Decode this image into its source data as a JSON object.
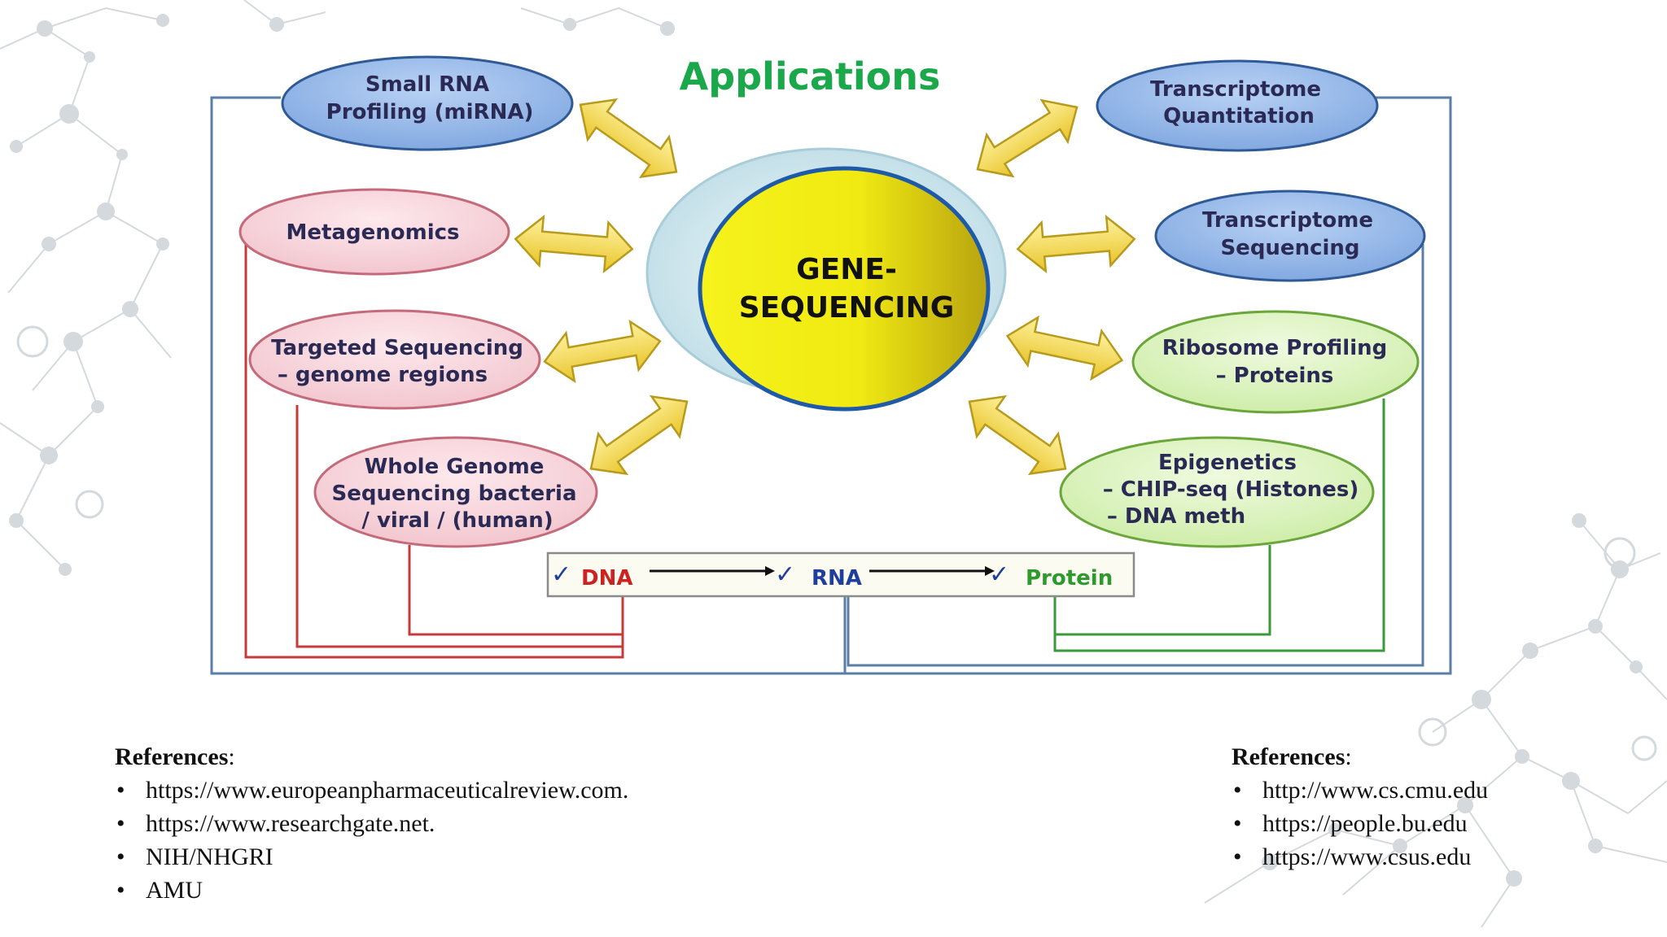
{
  "title": "Applications",
  "center": {
    "line1": "GENE-",
    "line2": "SEQUENCING"
  },
  "bubbles": {
    "small_rna": [
      "Small RNA",
      "Profiling (miRNA)"
    ],
    "metagenomics": [
      "Metagenomics"
    ],
    "targeted": [
      "Targeted Sequencing",
      "– genome regions"
    ],
    "whole_genome": [
      "Whole Genome",
      "Sequencing bacteria",
      "/ viral / (human)"
    ],
    "transcriptome_quant": [
      "Transcriptome",
      "Quantitation"
    ],
    "transcriptome_seq": [
      "Transcriptome",
      "Sequencing"
    ],
    "ribosome": [
      "Ribosome Profiling",
      "– Proteins"
    ],
    "epigenetics": [
      "Epigenetics",
      "– CHIP-seq (Histones)",
      "– DNA meth"
    ]
  },
  "flow": {
    "check": "✓",
    "dna": "DNA",
    "rna": "RNA",
    "protein": "Protein"
  },
  "colors": {
    "title_green": "#1aa84a",
    "blue_bubble": "#8fb4e8",
    "pink_bubble": "#f7d3da",
    "green_bubble": "#d9f2b9",
    "dna_red": "#cc2222",
    "rna_blue": "#1f3f9a",
    "protein_green": "#2e9a2e",
    "line_blue": "#5a7ea8",
    "line_red": "#c83a3a",
    "line_green": "#3a9a3a",
    "arrow_yellow": "#f3d94a",
    "center_yellow": "#f4ee1a"
  },
  "references_left": {
    "heading": "References",
    "items": [
      "https://www.europeanpharmaceuticalreview.com.",
      "https://www.researchgate.net.",
      "NIH/NHGRI",
      "AMU"
    ]
  },
  "references_right": {
    "heading": "References",
    "items": [
      "http://www.cs.cmu.edu",
      "https://people.bu.edu",
      "https://www.csus.edu"
    ]
  }
}
